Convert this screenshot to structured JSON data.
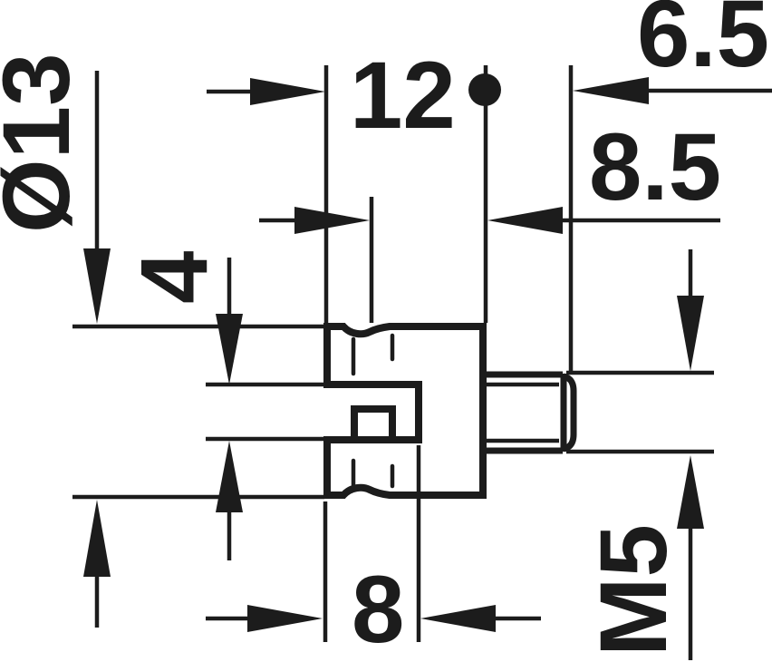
{
  "drawing": {
    "type": "technical-dimension-drawing",
    "part": "slotted sleeve with threaded stud, side view",
    "colors": {
      "ink": "#1c1c1c",
      "background": "#ffffff"
    },
    "dimensions": {
      "diameter": "Ø13",
      "body_length": "12",
      "stud_length": "6.5",
      "hole_offset": "8.5",
      "slot_width": "4",
      "slot_depth": "8",
      "thread": "M5"
    }
  }
}
